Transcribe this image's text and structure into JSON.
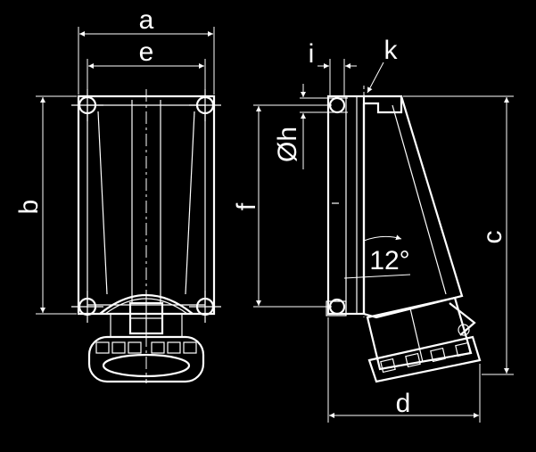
{
  "labels": {
    "a": "a",
    "e": "e",
    "b": "b",
    "i": "i",
    "k": "k",
    "oh": "Øh",
    "f": "f",
    "c": "c",
    "d": "d",
    "angle": "12°"
  },
  "colors": {
    "background": "#000000",
    "line": "#ffffff"
  }
}
